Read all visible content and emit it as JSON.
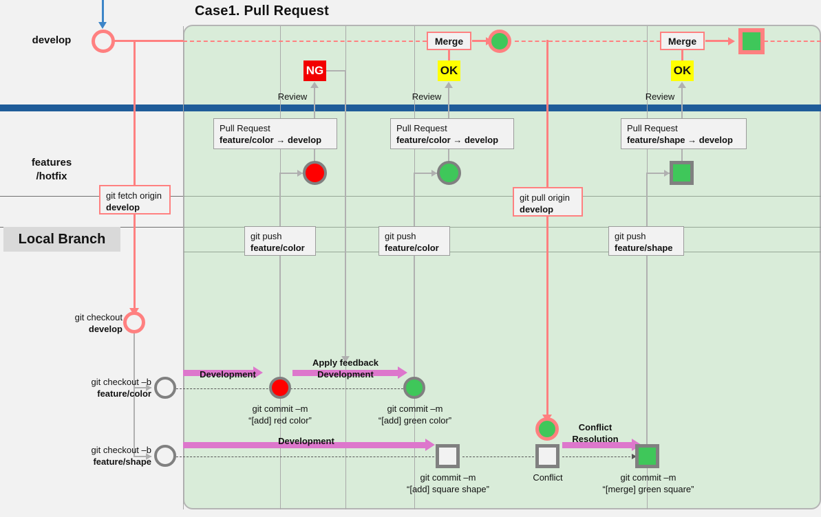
{
  "title": "Case1. Pull Request",
  "lanes": {
    "develop": "develop",
    "features": "features\n/hotfix",
    "features_line1": "features",
    "features_line2": "/hotfix",
    "local_branch": "Local Branch"
  },
  "colors": {
    "case_area_fill": "#d9ecd9",
    "case_area_border": "#b4b4b4",
    "remote_bar": "#1f5c99",
    "develop_red": "#ff8080",
    "node_gray": "#808080",
    "commit_red": "#ff0000",
    "commit_green": "#3fc75a",
    "flow_magenta": "#dd77cc",
    "ng_bg": "#f20000",
    "ok_bg": "#ffff00",
    "blue_arrow": "#3d85c8",
    "page_bg": "#f2f2f2",
    "local_label_bg": "#d9d9d9"
  },
  "boxes": {
    "git_fetch": {
      "line1": "git fetch origin",
      "line2": "develop"
    },
    "git_pull": {
      "line1": "git pull origin",
      "line2": "develop"
    },
    "pr1": {
      "line1": "Pull Request",
      "line2": "feature/color → develop"
    },
    "pr2": {
      "line1": "Pull Request",
      "line2": "feature/color → develop"
    },
    "pr3": {
      "line1": "Pull Request",
      "line2": "feature/shape → develop"
    },
    "push1": {
      "line1": "git push",
      "line2": "feature/color"
    },
    "push2": {
      "line1": "git push",
      "line2": "feature/color"
    },
    "push3": {
      "line1": "git push",
      "line2": "feature/shape"
    }
  },
  "chips": {
    "ng": "NG",
    "ok1": "OK",
    "ok2": "OK",
    "merge1": "Merge",
    "merge2": "Merge"
  },
  "reviews": {
    "r1": "Review",
    "r2": "Review",
    "r3": "Review"
  },
  "checkouts": {
    "develop": {
      "line1": "git checkout",
      "line2": "develop"
    },
    "color": {
      "line1": "git checkout –b",
      "line2": "feature/color"
    },
    "shape": {
      "line1": "git checkout –b",
      "line2": "feature/shape"
    }
  },
  "flows": {
    "development1": "Development",
    "apply_feedback_l1": "Apply feedback",
    "apply_feedback_l2": "Development",
    "development2": "Development",
    "conflict_l1": "Conflict",
    "conflict_l2": "Resolution"
  },
  "commits": {
    "red_color": {
      "line1": "git commit –m",
      "line2": "“[add] red color”"
    },
    "green_color": {
      "line1": "git commit –m",
      "line2": "“[add] green color”"
    },
    "square_shape": {
      "line1": "git commit –m",
      "line2": "“[add] square shape”"
    },
    "merge_square": {
      "line1": "git commit –m",
      "line2": "“[merge] green square”"
    },
    "conflict_label": "Conflict"
  }
}
